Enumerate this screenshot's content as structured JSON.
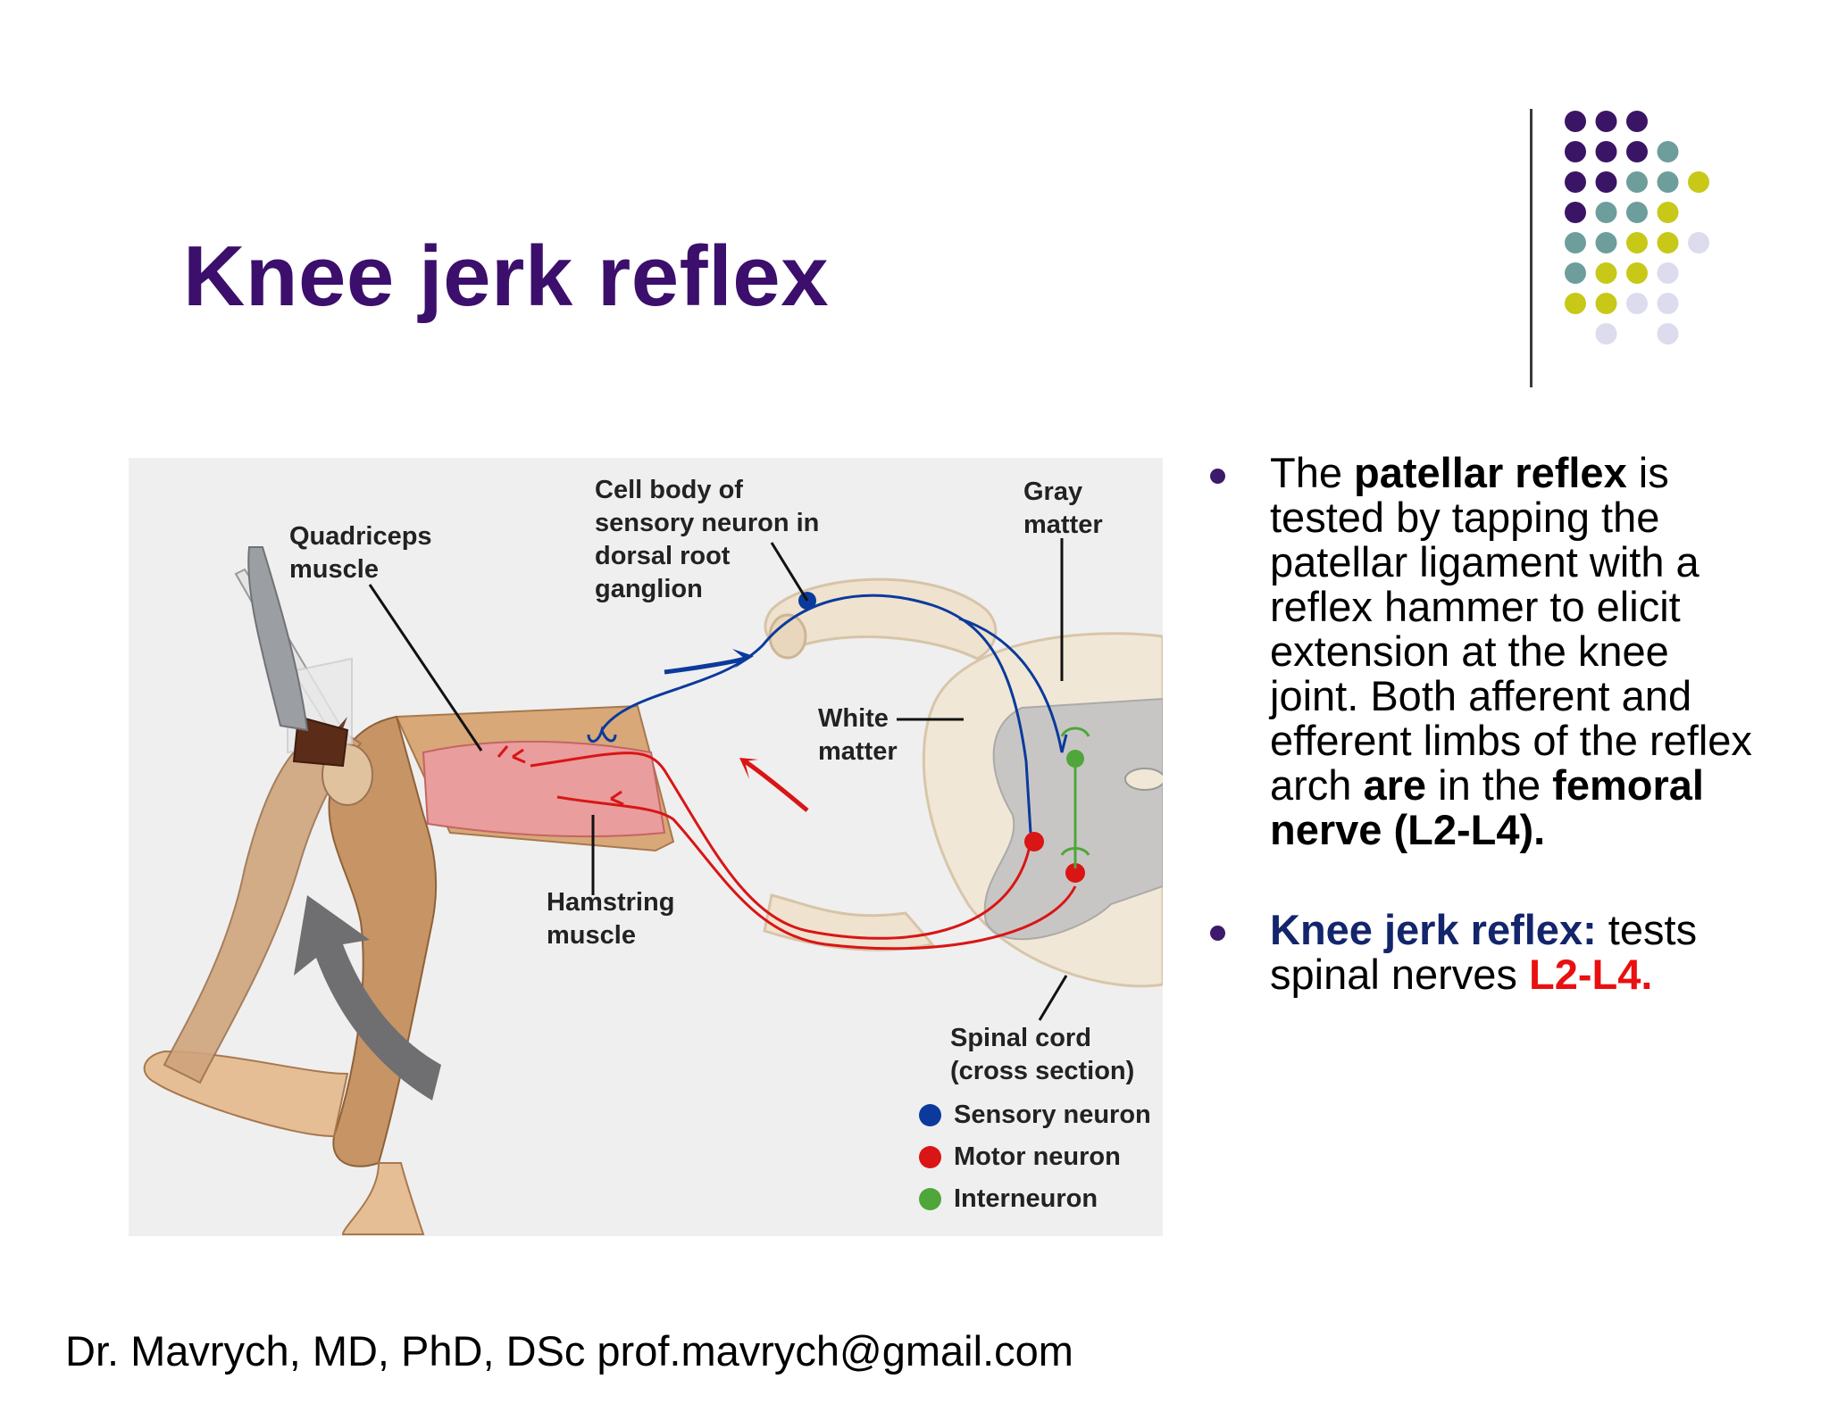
{
  "slide": {
    "title": "Knee jerk reflex",
    "title_color": "#3b0f6b",
    "footer": "Dr. Mavrych, MD, PhD, DSc  prof.mavrych@gmail.com"
  },
  "diagram": {
    "labels": {
      "quadriceps": "Quadriceps\nmuscle",
      "cell_body": "Cell body of\nsensory neuron in\ndorsal root\nganglion",
      "gray_matter": "Gray\nmatter",
      "white_matter": "White\nmatter",
      "hamstring": "Hamstring\nmuscle",
      "spinal_cord": "Spinal cord\n(cross section)"
    },
    "legend": [
      {
        "label": "Sensory neuron",
        "color": "#0b3a9c"
      },
      {
        "label": "Motor neuron",
        "color": "#d91515"
      },
      {
        "label": "Interneuron",
        "color": "#4fa63a"
      }
    ]
  },
  "bullets": {
    "b1": {
      "t1": "The ",
      "b1": "patellar reflex",
      "t2": " is tested by tapping the patellar ligament with a reflex hammer to elicit extension at the knee joint. Both afferent and efferent limbs of the reflex arch ",
      "b2": "are",
      "t3": " in the ",
      "b3": "femoral nerve (L2-L4)."
    },
    "b2": {
      "head": "Knee jerk reflex:",
      "text": " tests spinal nerves ",
      "red": "L2-L4.",
      "head_color": "#13256b",
      "red_color": "#e81010"
    }
  },
  "colors": {
    "purple": "#3b1565",
    "teal": "#6e9e9b",
    "lime": "#c8c819",
    "lavender": "#dcdcee"
  }
}
